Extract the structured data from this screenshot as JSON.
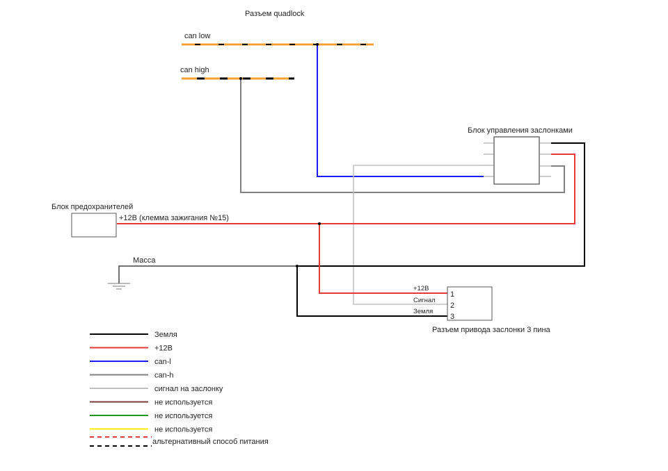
{
  "title": "Разъем quadlock",
  "colors": {
    "ground": "#000000",
    "plus12": "#e53935",
    "can_l": "#1a1aff",
    "can_h": "#808080",
    "signal": "#c0c0c0",
    "unused_brown": "#7b3b3b",
    "unused_green": "#1a9a1a",
    "unused_yellow": "#ffee00",
    "alt_red": "#e53935",
    "alt_black": "#000000",
    "can_orange": "#f5a030",
    "box_border": "#555555"
  },
  "quadlock": {
    "can_low_label": "can low",
    "can_high_label": "can high"
  },
  "flap_control_unit": {
    "label": "Блок управления заслонками"
  },
  "fuse_box": {
    "label": "Блок предохранителей",
    "wire_label": "+12В (клемма зажигания №15)"
  },
  "ground": {
    "label": "Масса"
  },
  "actuator_connector": {
    "label": "Разъем привода заслонки 3 пина",
    "pins": [
      {
        "number": "1",
        "wire_label": "+12В"
      },
      {
        "number": "2",
        "wire_label": "Сигнал"
      },
      {
        "number": "3",
        "wire_label": "Земля"
      }
    ]
  },
  "legend": [
    {
      "label": "Земля",
      "color_key": "ground",
      "dashed": false
    },
    {
      "label": "+12В",
      "color_key": "plus12",
      "dashed": false
    },
    {
      "label": "can-l",
      "color_key": "can_l",
      "dashed": false
    },
    {
      "label": "can-h",
      "color_key": "can_h",
      "dashed": false
    },
    {
      "label": "сигнал на заслонку",
      "color_key": "signal",
      "dashed": false
    },
    {
      "label": "не используется",
      "color_key": "unused_brown",
      "dashed": false
    },
    {
      "label": "не используется",
      "color_key": "unused_green",
      "dashed": false
    },
    {
      "label": "не используется",
      "color_key": "unused_yellow",
      "dashed": false
    },
    {
      "label": "альтернативный способ питания",
      "color_key": "alt_red",
      "dashed": true,
      "second_color_key": "alt_black"
    }
  ]
}
